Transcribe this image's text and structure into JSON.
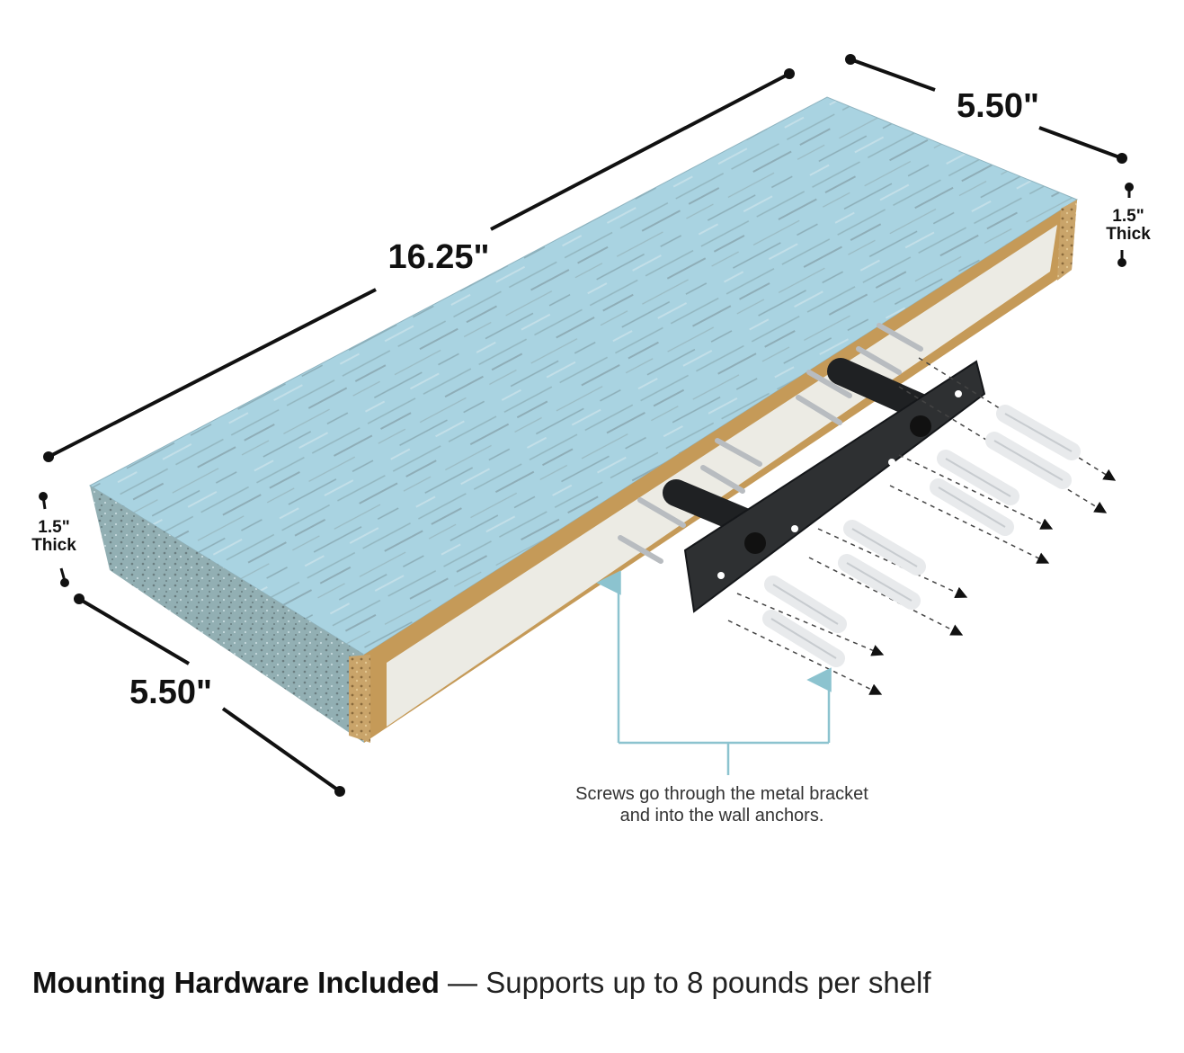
{
  "dimensions": {
    "length": "16.25\"",
    "depth_back": "5.50\"",
    "depth_front": "5.50\"",
    "thickness_right_value": "1.5\"",
    "thickness_right_word": "Thick",
    "thickness_left_value": "1.5\"",
    "thickness_left_word": "Thick"
  },
  "callout": {
    "line1": "Screws go through the metal bracket",
    "line2": "and into the wall anchors."
  },
  "footer": {
    "title": "Mounting Hardware Included",
    "dash": " — ",
    "subtitle": "Supports up to 8 pounds per shelf"
  },
  "colors": {
    "shelf_top": "#a9d3e1",
    "shelf_edge": "#8fb2b8",
    "shelf_back": "#ecebe4",
    "callout_line": "#8cc3cf",
    "dimension_line": "#111111",
    "bracket": "#2e3032"
  }
}
